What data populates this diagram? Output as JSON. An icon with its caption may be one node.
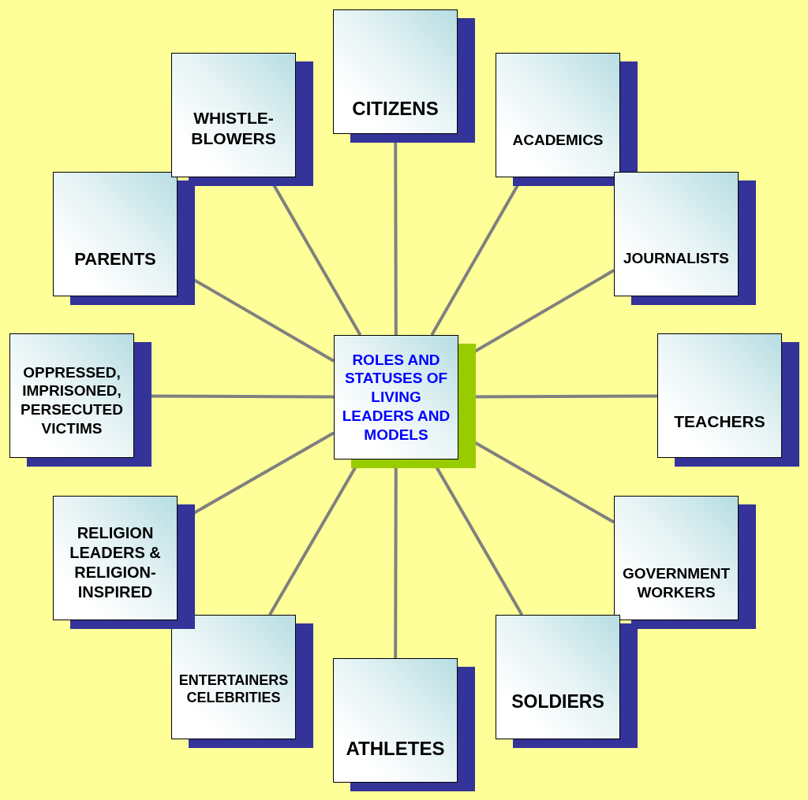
{
  "diagram": {
    "nodes": [
      {
        "text": [
          "ROLES AND STATUSES OF LIVING LEADERS AND MODELS"
        ]
      },
      {
        "text": [
          "CITIZENS"
        ]
      },
      {
        "text": [
          "ACADEMICS"
        ]
      },
      {
        "text": [
          "JOURNALISTS"
        ]
      },
      {
        "text": [
          "TEACHERS"
        ]
      },
      {
        "text": [
          "GOVERNMENT WORKERS"
        ]
      },
      {
        "text": [
          "SOLDIERS"
        ]
      },
      {
        "text": [
          "ATHLETES"
        ]
      },
      {
        "text": [
          "ENTERTAINERS CELEBRITIES"
        ]
      },
      {
        "text": [
          "RELIGION LEADERS & RELIGION-INSPIRED"
        ]
      },
      {
        "text": [
          "OPPRESSED, IMPRISONED, PERSECUTED VICTIMS"
        ]
      },
      {
        "text": [
          "PARENTS"
        ]
      },
      {
        "text": [
          "WHISTLE-BLOWERS"
        ]
      }
    ],
    "edges": [
      {
        "from": 0,
        "to": 1,
        "arrow": "none"
      },
      {
        "from": 0,
        "to": 2,
        "arrow": "none"
      },
      {
        "from": 0,
        "to": 3,
        "arrow": "none"
      },
      {
        "from": 0,
        "to": 4,
        "arrow": "none"
      },
      {
        "from": 0,
        "to": 5,
        "arrow": "none"
      },
      {
        "from": 0,
        "to": 6,
        "arrow": "none"
      },
      {
        "from": 0,
        "to": 7,
        "arrow": "none"
      },
      {
        "from": 0,
        "to": 8,
        "arrow": "none"
      },
      {
        "from": 0,
        "to": 9,
        "arrow": "none"
      },
      {
        "from": 0,
        "to": 10,
        "arrow": "none"
      },
      {
        "from": 0,
        "to": 11,
        "arrow": "none"
      },
      {
        "from": 0,
        "to": 12,
        "arrow": "none"
      }
    ]
  }
}
